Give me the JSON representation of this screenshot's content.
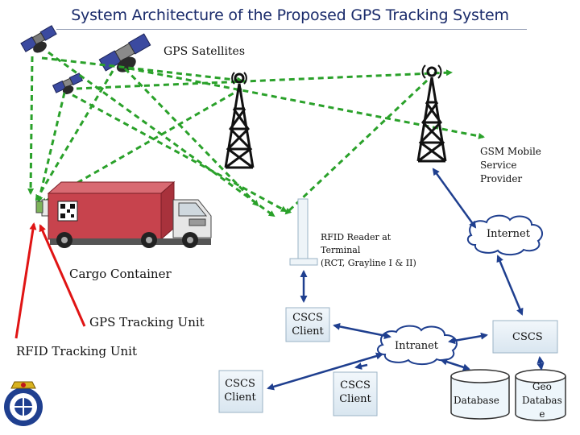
{
  "title": "System Architecture of the Proposed GPS Tracking System",
  "labels": {
    "gps_satellites": "GPS Satellites",
    "gsm_provider": "GSM Mobile\nService\nProvider",
    "rfid_reader": "RFID Reader at\nTerminal\n(RCT, Grayline I & II)",
    "internet": "Internet",
    "cargo_container": "Cargo Container",
    "gps_tracking_unit": "GPS Tracking Unit",
    "rfid_tracking_unit": "RFID Tracking Unit",
    "cscs_client_1": "CSCS\nClient",
    "cscs_client_2": "CSCS\nClient",
    "cscs_client_3": "CSCS\nClient",
    "intranet": "Intranet",
    "cscs_server": "CSCS",
    "database": "Database",
    "geo_database": "Geo\nDatabas\ne"
  },
  "colors": {
    "title": "#1a2b6b",
    "satellite_link": "#2aa12a",
    "rfid_link": "#e01414",
    "network_link": "#1f3f8f",
    "container_body": "#c7434d",
    "cloud_fill": "#ffffff",
    "db_fill": "#eef6fb"
  }
}
